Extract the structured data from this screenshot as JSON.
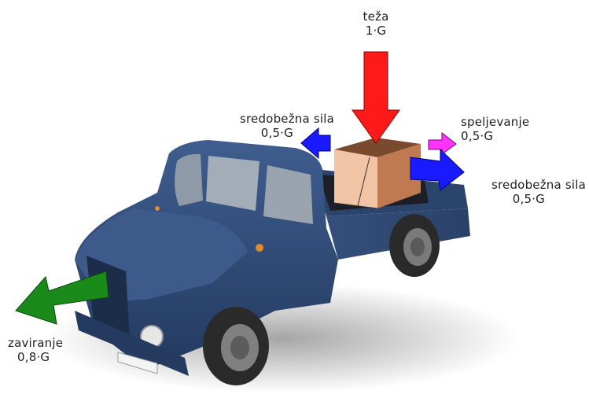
{
  "forces": {
    "weight": {
      "name": "teža",
      "value": "1·G",
      "color": "#ff1a1a"
    },
    "centrifugal_left": {
      "name": "sredobežna sila",
      "value": "0,5·G",
      "color": "#1a1aff"
    },
    "slip": {
      "name": "speljevanje",
      "value": "0,5·G",
      "color": "#ff33ff"
    },
    "centrifugal_right": {
      "name": "sredobežna sila",
      "value": "0,5·G",
      "color": "#1a1aff"
    },
    "braking": {
      "name": "zaviranje",
      "value": "0,8·G",
      "color": "#1a8a1a"
    }
  },
  "truck": {
    "body_color": "#2f4a78",
    "cargo_color": "#f2c4a6",
    "cargo_side_color": "#c07a52"
  }
}
